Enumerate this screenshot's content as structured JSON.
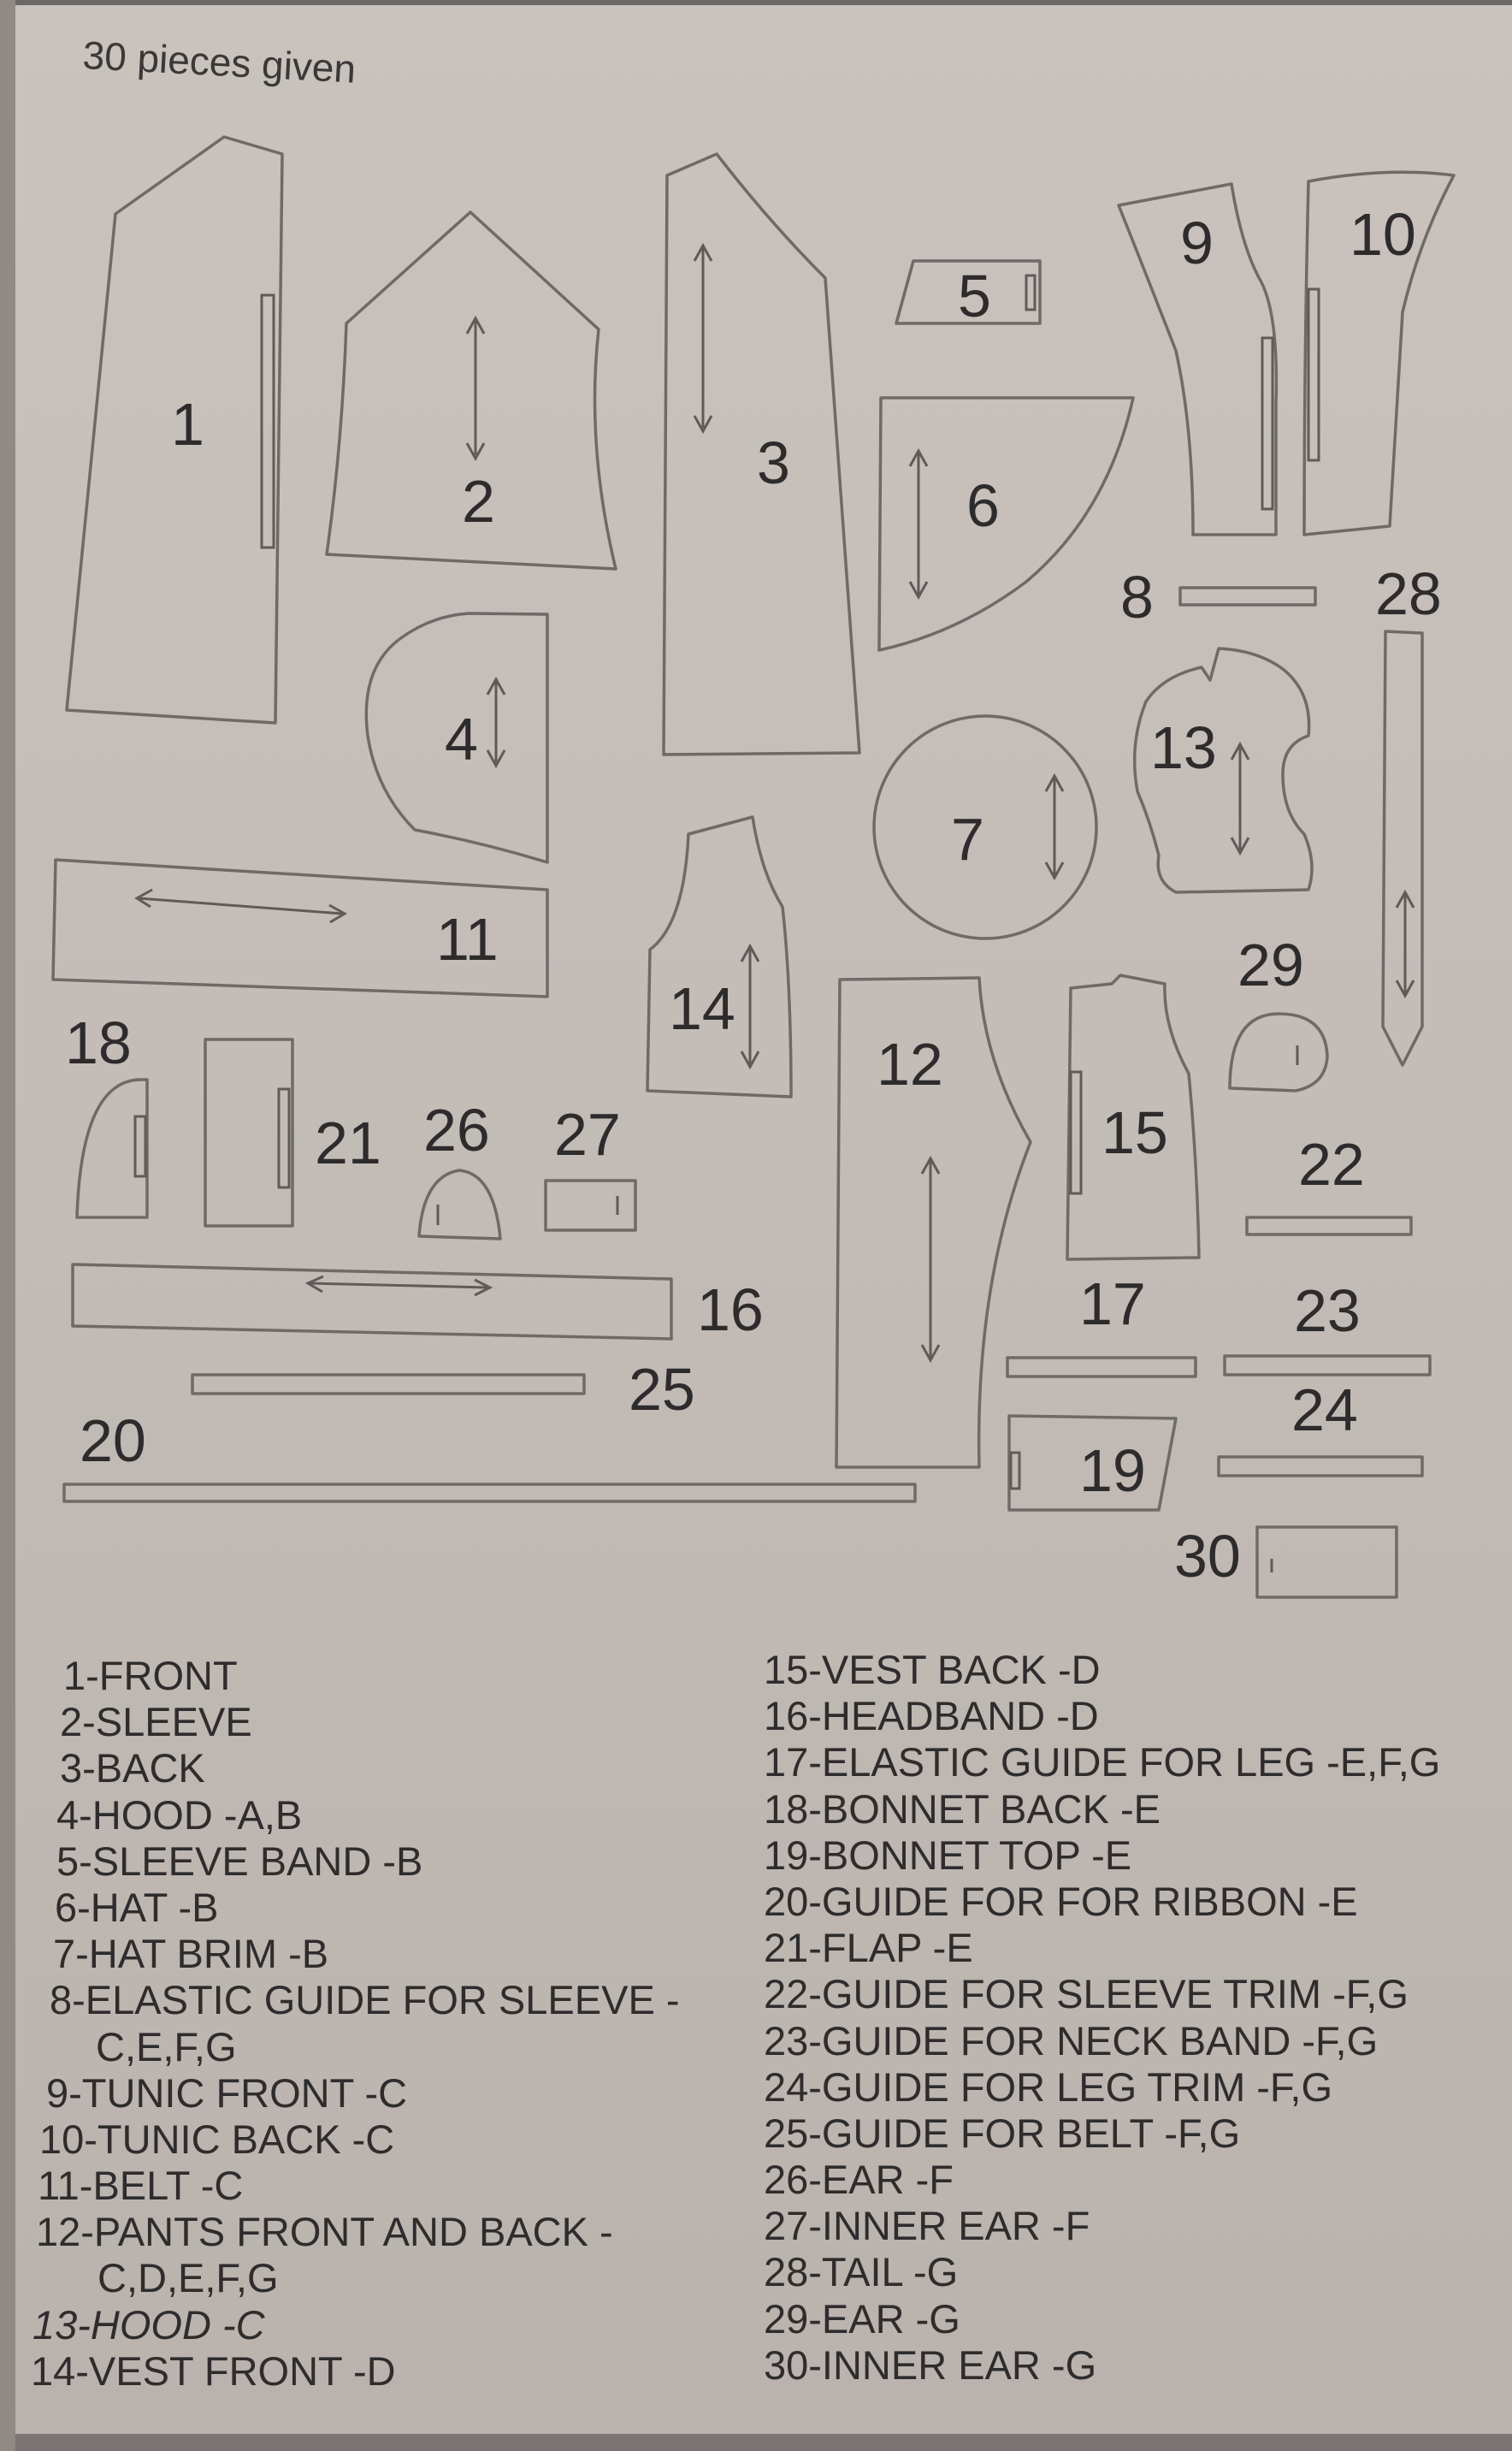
{
  "header": {
    "count_text": "30 pieces given"
  },
  "pieces": [
    {
      "num": "1"
    },
    {
      "num": "2"
    },
    {
      "num": "3"
    },
    {
      "num": "4"
    },
    {
      "num": "5"
    },
    {
      "num": "6"
    },
    {
      "num": "7"
    },
    {
      "num": "8"
    },
    {
      "num": "9"
    },
    {
      "num": "10"
    },
    {
      "num": "11"
    },
    {
      "num": "12"
    },
    {
      "num": "13"
    },
    {
      "num": "14"
    },
    {
      "num": "15"
    },
    {
      "num": "16"
    },
    {
      "num": "17"
    },
    {
      "num": "18"
    },
    {
      "num": "19"
    },
    {
      "num": "20"
    },
    {
      "num": "21"
    },
    {
      "num": "22"
    },
    {
      "num": "23"
    },
    {
      "num": "24"
    },
    {
      "num": "25"
    },
    {
      "num": "26"
    },
    {
      "num": "27"
    },
    {
      "num": "28"
    },
    {
      "num": "29"
    },
    {
      "num": "30"
    }
  ],
  "legend_left": [
    "1-FRONT",
    "2-SLEEVE",
    "3-BACK",
    "4-HOOD -A,B",
    "5-SLEEVE BAND -B",
    "6-HAT -B",
    "7-HAT BRIM  -B",
    "8-ELASTIC GUIDE FOR SLEEVE -",
    "C,E,F,G",
    "9-TUNIC FRONT -C",
    "10-TUNIC BACK -C",
    "11-BELT -C",
    "12-PANTS FRONT AND BACK -",
    "C,D,E,F,G",
    "13-HOOD -C",
    "14-VEST FRONT -D"
  ],
  "legend_right": [
    "15-VEST BACK -D",
    "16-HEADBAND -D",
    "17-ELASTIC GUIDE FOR LEG -E,F,G",
    "18-BONNET BACK -E",
    "19-BONNET TOP -E",
    "20-GUIDE FOR FOR RIBBON -E",
    "21-FLAP -E",
    "22-GUIDE FOR SLEEVE TRIM -F,G",
    "23-GUIDE FOR NECK BAND -F,G",
    "24-GUIDE FOR LEG TRIM -F,G",
    "25-GUIDE FOR BELT -F,G",
    "26-EAR -F",
    "27-INNER EAR -F",
    "28-TAIL -G",
    "29-EAR -G",
    "30-INNER EAR -G"
  ]
}
